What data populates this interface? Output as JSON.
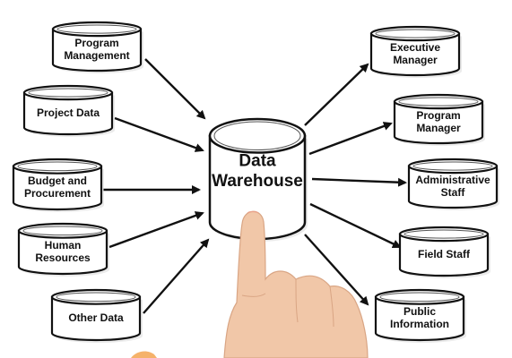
{
  "diagram": {
    "center": {
      "lines": [
        "Data",
        "Warehouse"
      ]
    },
    "sources": [
      {
        "id": "program-management",
        "lines": [
          "Program",
          "Management"
        ]
      },
      {
        "id": "project-data",
        "lines": [
          "Project Data"
        ]
      },
      {
        "id": "budget-and-procurement",
        "lines": [
          "Budget and",
          "Procurement"
        ]
      },
      {
        "id": "human-resources",
        "lines": [
          "Human",
          "Resources"
        ]
      },
      {
        "id": "other-data",
        "lines": [
          "Other Data"
        ]
      }
    ],
    "consumers": [
      {
        "id": "executive-manager",
        "lines": [
          "Executive",
          "Manager"
        ]
      },
      {
        "id": "program-manager",
        "lines": [
          "Program",
          "Manager"
        ]
      },
      {
        "id": "administrative-staff",
        "lines": [
          "Administrative",
          "Staff"
        ]
      },
      {
        "id": "field-staff",
        "lines": [
          "Field Staff"
        ]
      },
      {
        "id": "public-information",
        "lines": [
          "Public",
          "Information"
        ]
      }
    ],
    "colors": {
      "stroke": "#111111",
      "fill": "#ffffff",
      "text": "#111111",
      "arrow": "#111111",
      "skin": "#f1c7a8",
      "skin_shadow": "#d9a584"
    }
  }
}
